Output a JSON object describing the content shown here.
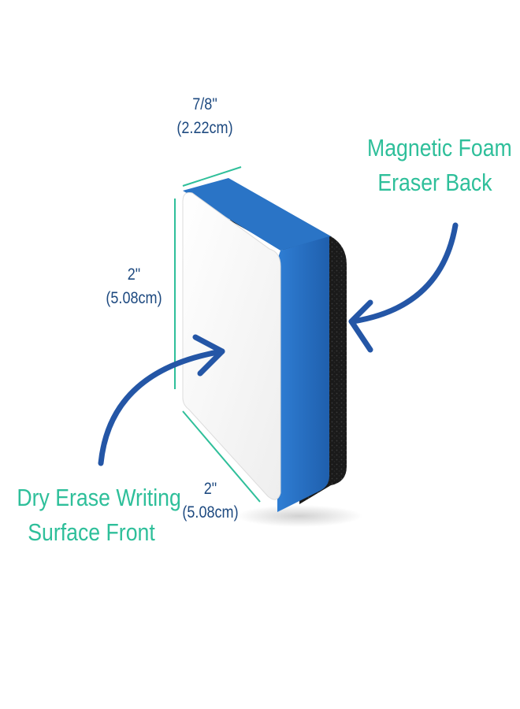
{
  "colors": {
    "dimension_text": "#1e4a80",
    "dimension_line": "#2fbf9a",
    "callout_text": "#2ebf9a",
    "arrow": "#2456a6",
    "foam_blue": "#2a74c6",
    "felt_black": "#1a1a1a",
    "writing_surface": "#fbfbfb"
  },
  "icons": [
    "curved-arrow-icon"
  ],
  "dimensions": {
    "depth": {
      "inches": "7/8\"",
      "cm": "(2.22cm)"
    },
    "height": {
      "inches": "2\"",
      "cm": "(5.08cm)"
    },
    "width": {
      "inches": "2\"",
      "cm": "(5.08cm)"
    }
  },
  "callouts": {
    "back": {
      "line1": "Magnetic Foam",
      "line2": "Eraser Back"
    },
    "front": {
      "line1": "Dry Erase Writing",
      "line2": "Surface Front"
    }
  }
}
